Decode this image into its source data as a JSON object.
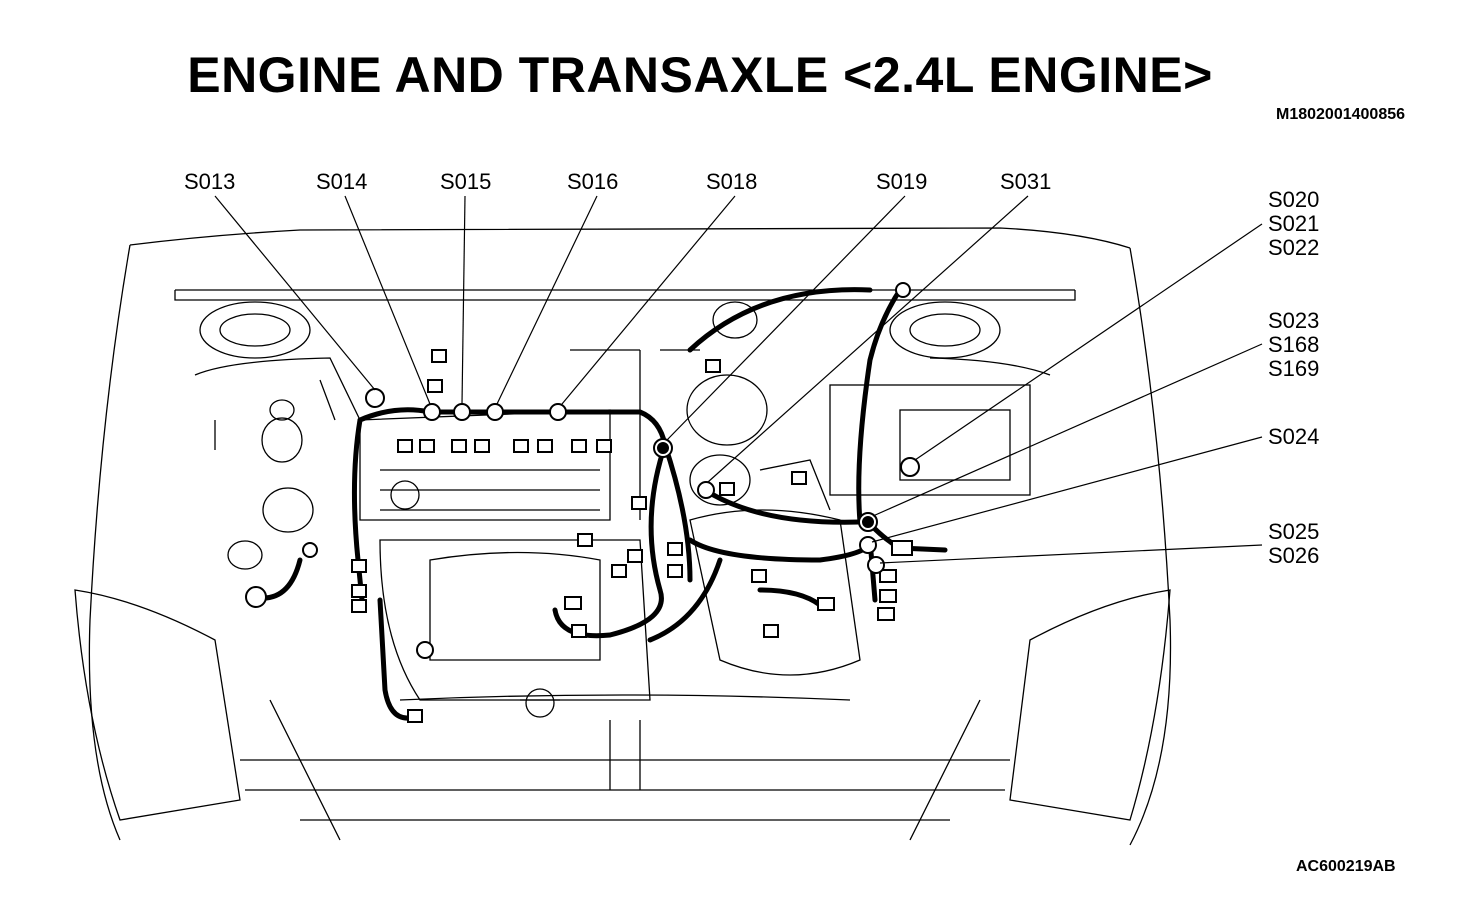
{
  "title": "ENGINE AND TRANSAXLE <2.4L ENGINE>",
  "document_code": "M1802001400856",
  "figure_code": "AC600219AB",
  "callouts": {
    "s013": "S013",
    "s014": "S014",
    "s015": "S015",
    "s016": "S016",
    "s018": "S018",
    "s019": "S019",
    "s031": "S031",
    "s020": "S020",
    "s021": "S021",
    "s022": "S022",
    "s023": "S023",
    "s168": "S168",
    "s169": "S169",
    "s024": "S024",
    "s025": "S025",
    "s026": "S026"
  }
}
